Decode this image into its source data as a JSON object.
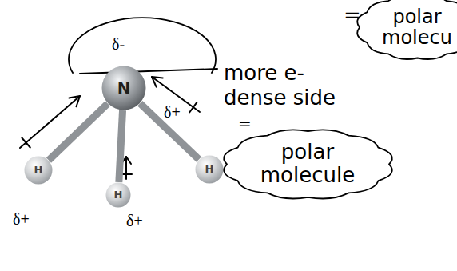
{
  "diagram": {
    "nodes": [
      {
        "text": [
          "δ-"
        ]
      },
      {
        "text": [
          "N"
        ]
      },
      {
        "text": [
          "H"
        ]
      },
      {
        "text": [
          "H"
        ]
      },
      {
        "text": [
          "H"
        ]
      },
      {
        "text": [
          "polar molecu"
        ]
      },
      {
        "text": [
          "polar molecule"
        ]
      }
    ],
    "edges": [
      {
        "from": 1,
        "to": 2,
        "arrow": "none"
      },
      {
        "from": 1,
        "to": 3,
        "arrow": "none"
      },
      {
        "from": 1,
        "to": 4,
        "arrow": "none"
      }
    ],
    "labels": [
      "=",
      "δ+",
      "more e- dense side",
      "=",
      "δ+",
      "δ+"
    ]
  }
}
